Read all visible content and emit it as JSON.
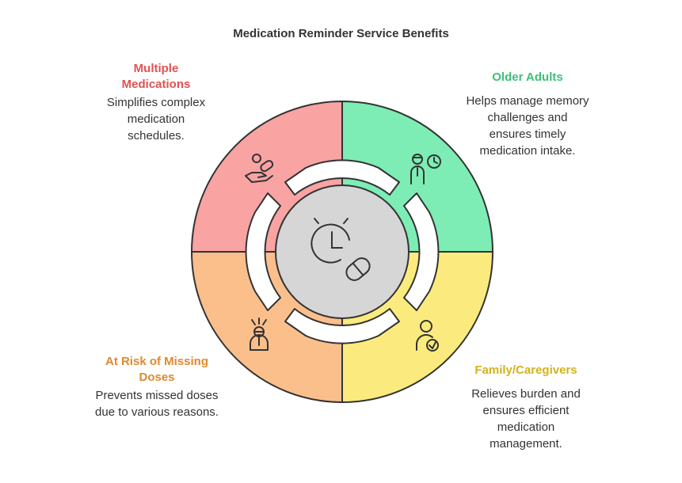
{
  "title": "Medication Reminder Service Benefits",
  "segments": [
    {
      "heading": "Multiple Medications",
      "description": "Simplifies complex medication schedules.",
      "color": "#E05252",
      "fill": "#F9A3A3",
      "icon": "pills-hand-icon"
    },
    {
      "heading": "Older Adults",
      "description": "Helps manage memory challenges and ensures timely medication intake.",
      "color": "#3CC07A",
      "fill": "#7DEDB5",
      "icon": "elder-clock-icon"
    },
    {
      "heading": "At Risk of Missing Doses",
      "description": "Prevents missed doses due to various reasons.",
      "color": "#E0892E",
      "fill": "#FBBF8C",
      "icon": "stressed-person-icon"
    },
    {
      "heading": "Family/Caregivers",
      "description": "Relieves burden and ensures efficient medication management.",
      "color": "#D4B21C",
      "fill": "#FBEB7E",
      "icon": "caregiver-icon"
    }
  ],
  "center": {
    "fill": "#D6D6D6",
    "icon": "clock-pill-icon"
  }
}
